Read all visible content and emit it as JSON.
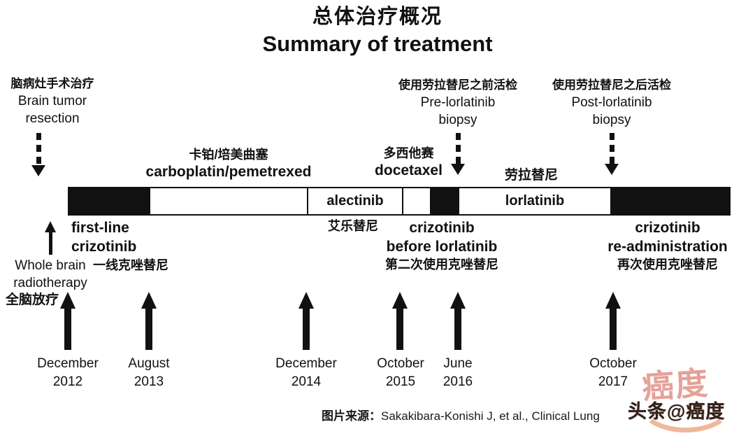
{
  "title": {
    "zh": "总体治疗概况",
    "en": "Summary of treatment"
  },
  "annotations": {
    "brain_resection": {
      "zh": "脑病灶手术治疗",
      "en_line1": "Brain tumor",
      "en_line2": "resection"
    },
    "pre_biopsy": {
      "zh": "使用劳拉替尼之前活检",
      "en_line1": "Pre-lorlatinib",
      "en_line2": "biopsy"
    },
    "post_biopsy": {
      "zh": "使用劳拉替尼之后活检",
      "en_line1": "Post-lorlatinib",
      "en_line2": "biopsy"
    },
    "whole_brain": {
      "en_line1": "Whole brain",
      "en_line2": "radiotherapy",
      "zh": "全脑放疗"
    }
  },
  "above_bar": {
    "carboplatin": {
      "zh": "卡铂/培美曲塞",
      "en": "carboplatin/pemetrexed"
    },
    "docetaxel": {
      "zh": "多西他赛",
      "en": "docetaxel"
    },
    "lorlatinib_zh": "劳拉替尼"
  },
  "timeline": {
    "alectinib_label": "alectinib",
    "lorlatinib_label": "lorlatinib",
    "colors": {
      "segment_black": "#111111",
      "segment_white": "#ffffff"
    }
  },
  "below_bar": {
    "first_line": {
      "en_line1": "first-line",
      "en_line2": "crizotinib",
      "zh": "一线克唑替尼"
    },
    "alectinib_zh": "艾乐替尼",
    "crizotinib_before": {
      "en_line1": "crizotinib",
      "en_line2": "before lorlatinib",
      "zh": "第二次使用克唑替尼"
    },
    "crizotinib_re": {
      "en_line1": "crizotinib",
      "en_line2": "re-administration",
      "zh": "再次使用克唑替尼"
    }
  },
  "dates": [
    {
      "month": "December",
      "year": "2012"
    },
    {
      "month": "August",
      "year": "2013"
    },
    {
      "month": "December",
      "year": "2014"
    },
    {
      "month": "October",
      "year": "2015"
    },
    {
      "month": "June",
      "year": "2016"
    },
    {
      "month": "October",
      "year": "2017"
    }
  ],
  "source": {
    "label": "图片来源：",
    "citation": "Sakakibara-Konishi J, et al., Clinical Lung"
  },
  "watermark": {
    "stamp_text": "癌度",
    "handle": "头条@癌度",
    "stamp_color": "#cd4636"
  }
}
